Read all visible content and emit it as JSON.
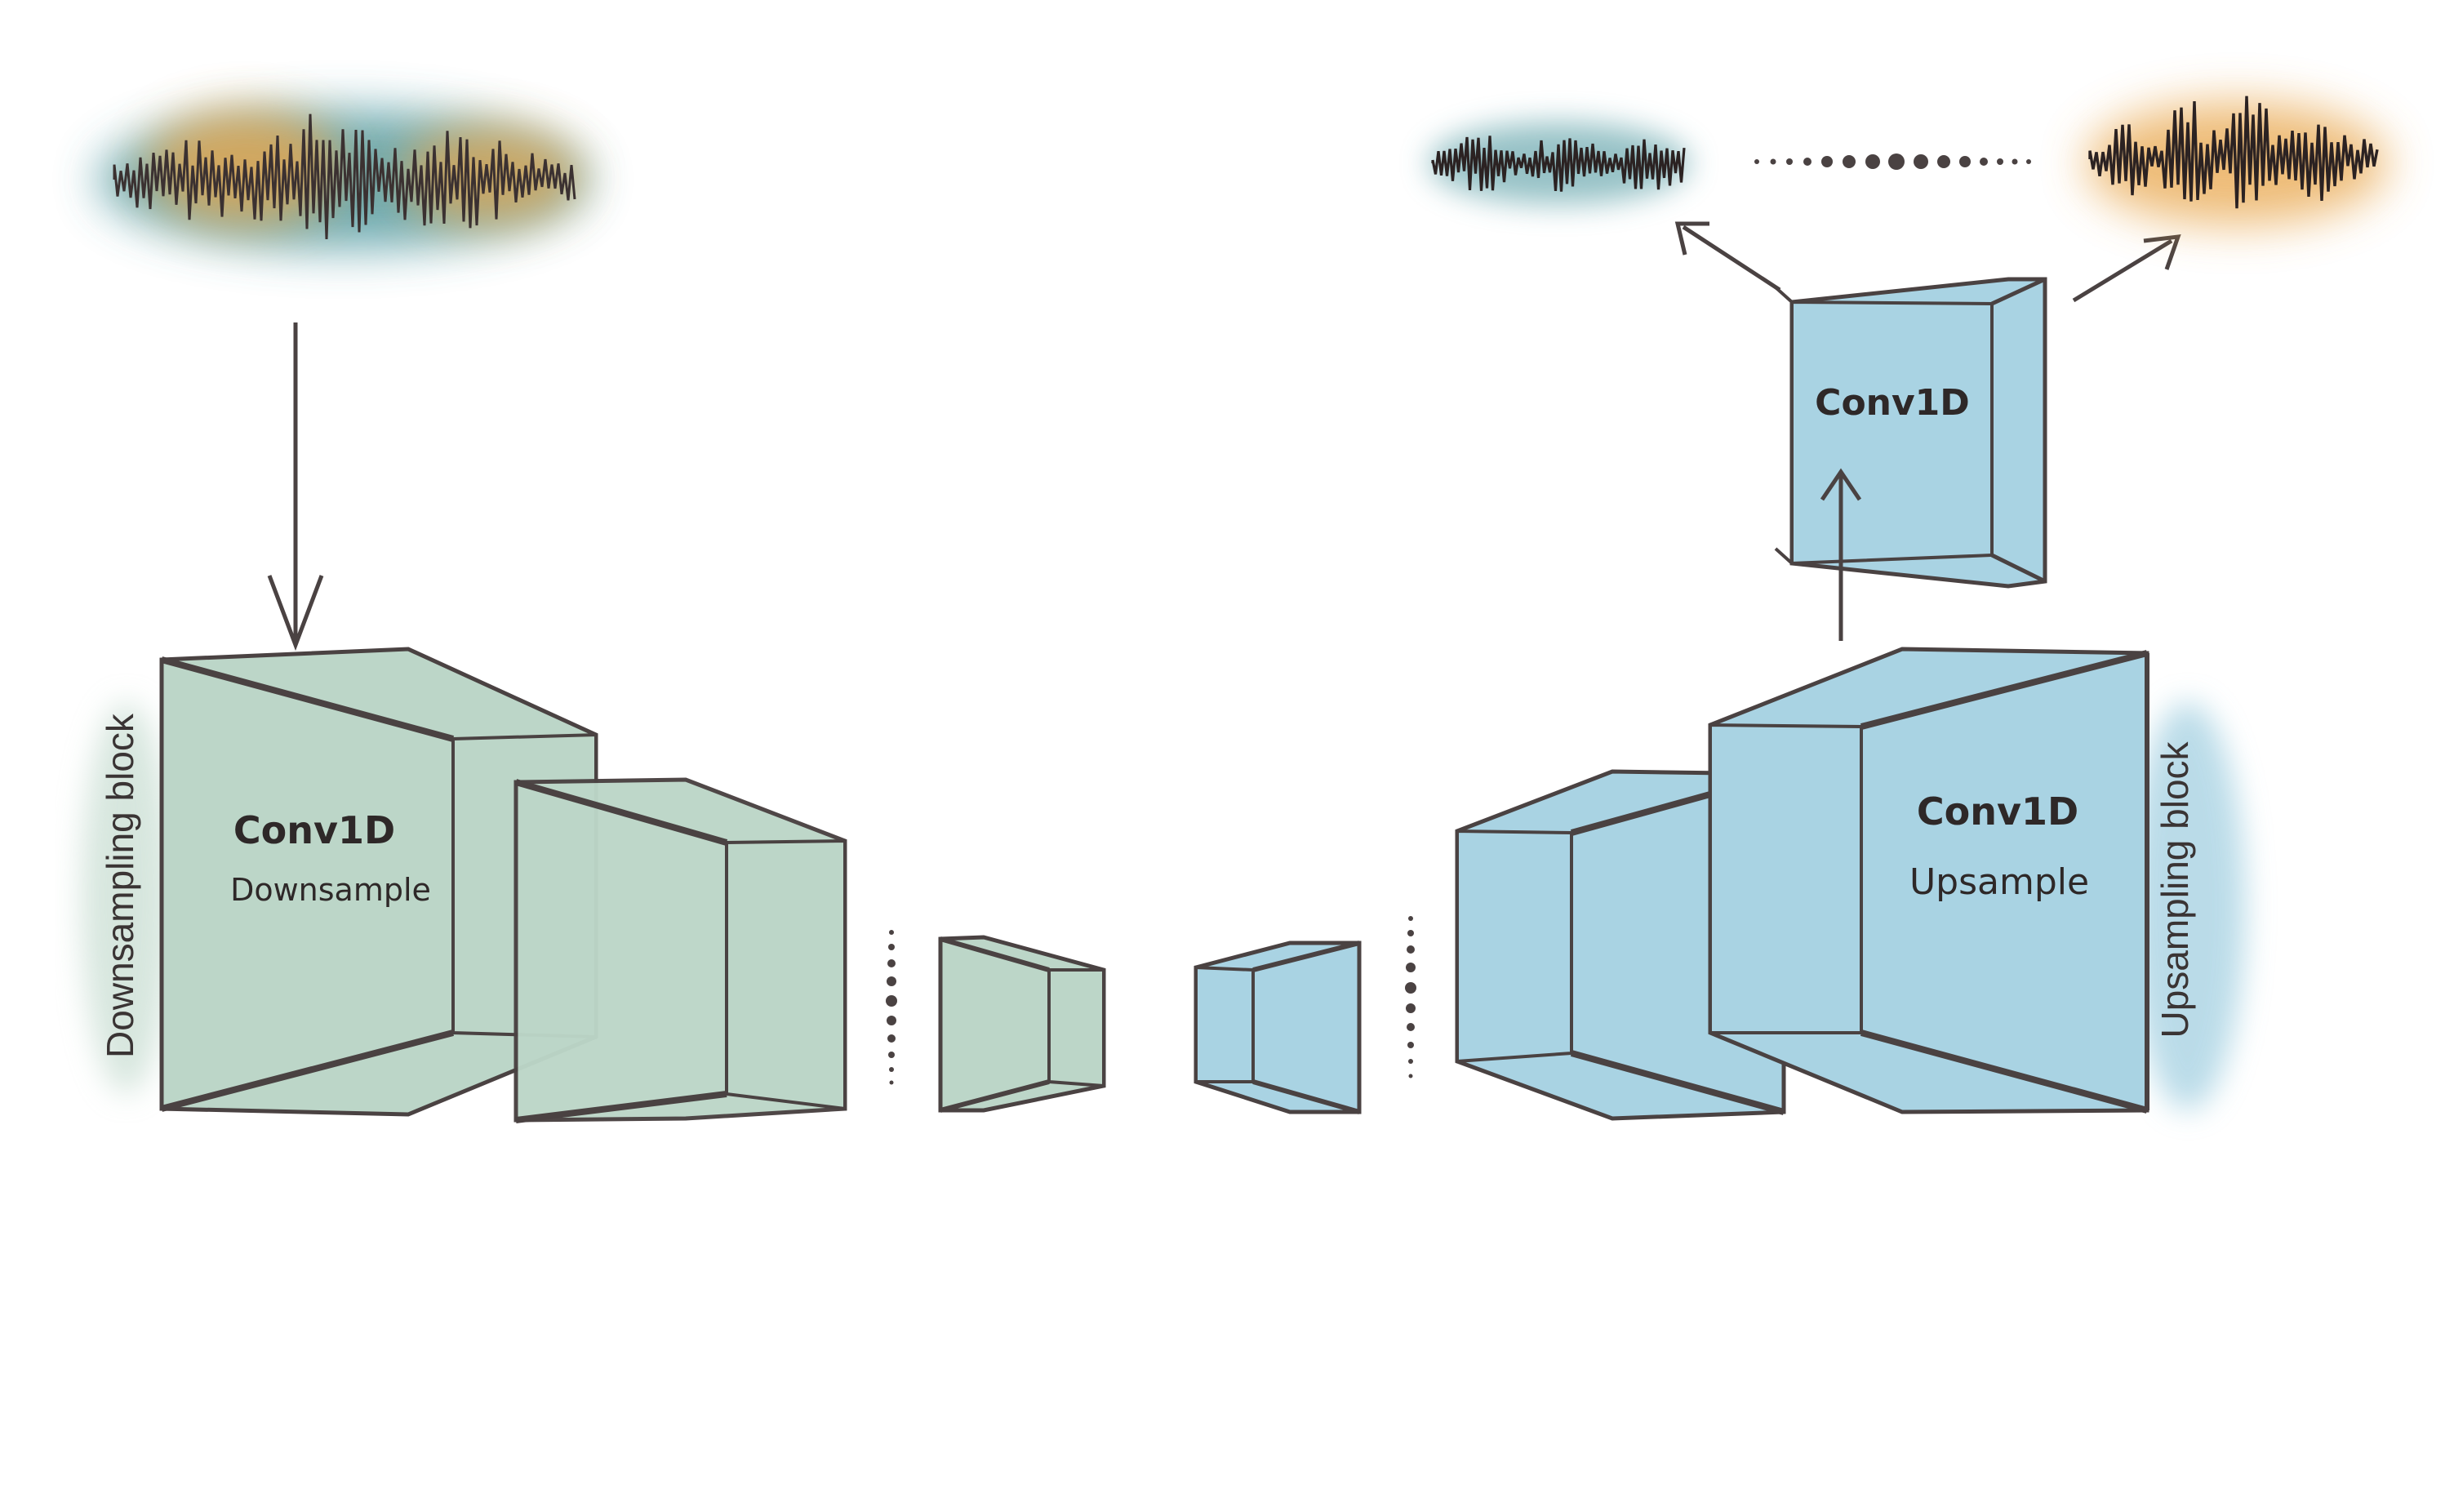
{
  "title": "U-Net style Conv1D audio separation diagram",
  "colors": {
    "encoder_fill": "#bcd6c8",
    "decoder_fill": "#a9d3e3",
    "stroke": "#4a4242",
    "wave_teal": "#3f8f97",
    "wave_orange": "#e8a64c",
    "ink": "#2e2828"
  },
  "encoder": {
    "side_label": "Downsampling block",
    "block_title": "Conv1D",
    "block_subtitle": "Downsample"
  },
  "decoder": {
    "side_label": "Upsampling block",
    "block_title": "Conv1D",
    "block_subtitle": "Upsample"
  },
  "output_block": {
    "title": "Conv1D"
  },
  "icons": {
    "input_wave": "mixed-waveform-icon",
    "output_wave_1": "teal-waveform-icon",
    "output_wave_n": "orange-waveform-icon"
  }
}
